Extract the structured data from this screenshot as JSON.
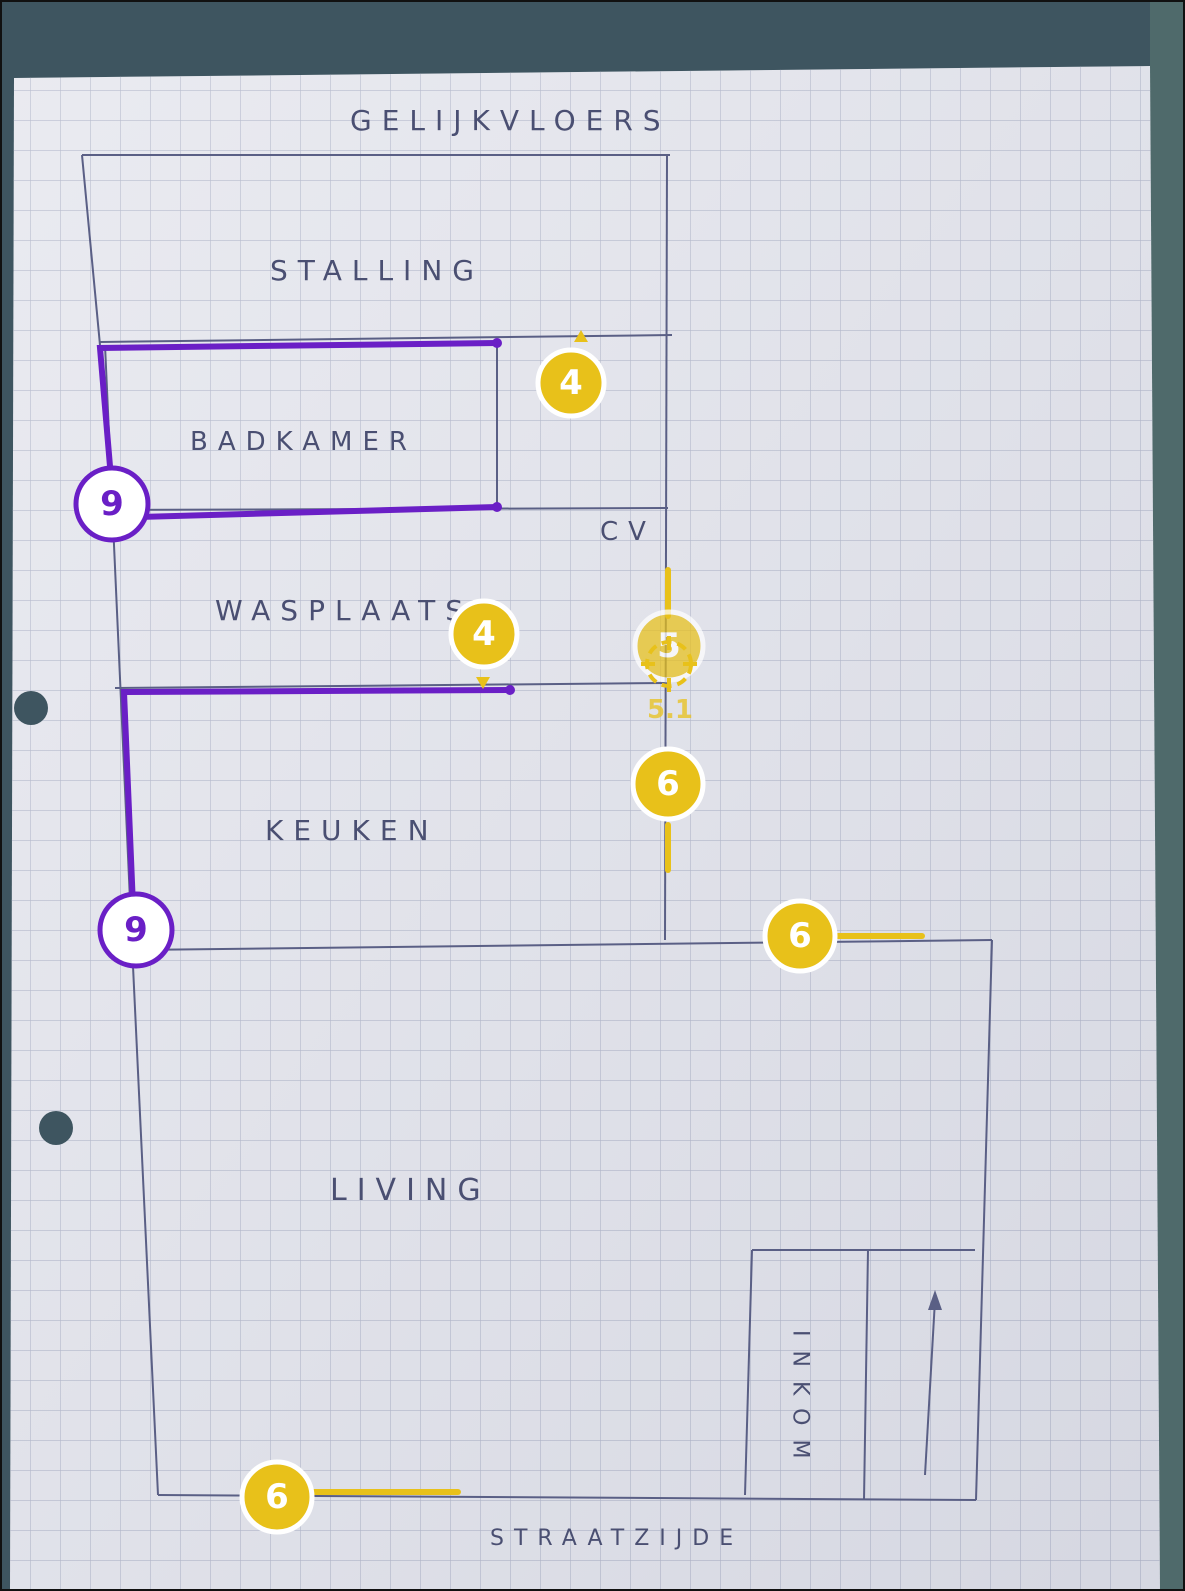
{
  "floor_title": "GELIJKVLOERS",
  "street_side": "STRAATZIJDE",
  "rooms": {
    "stalling": "STALLING",
    "badkamer": "BADKAMER",
    "cv": "CV",
    "wasplaats": "WASPLAATS",
    "keuken": "KEUKEN",
    "living": "LIVING",
    "inkom": "INKOM"
  },
  "markers": {
    "marker_4_top": "4",
    "marker_4_mid": "4",
    "marker_5": "5",
    "marker_5_1": "5.1",
    "marker_6_wall": "6",
    "marker_6_right": "6",
    "marker_6_bottom": "6",
    "marker_9_top": "9",
    "marker_9_bottom": "9"
  },
  "colors": {
    "yellow": "#e8c11a",
    "purple": "#6a1fc6",
    "pencil": "#4a4f72",
    "paper": "#e9eaf0",
    "backdrop": "#3e5560"
  }
}
